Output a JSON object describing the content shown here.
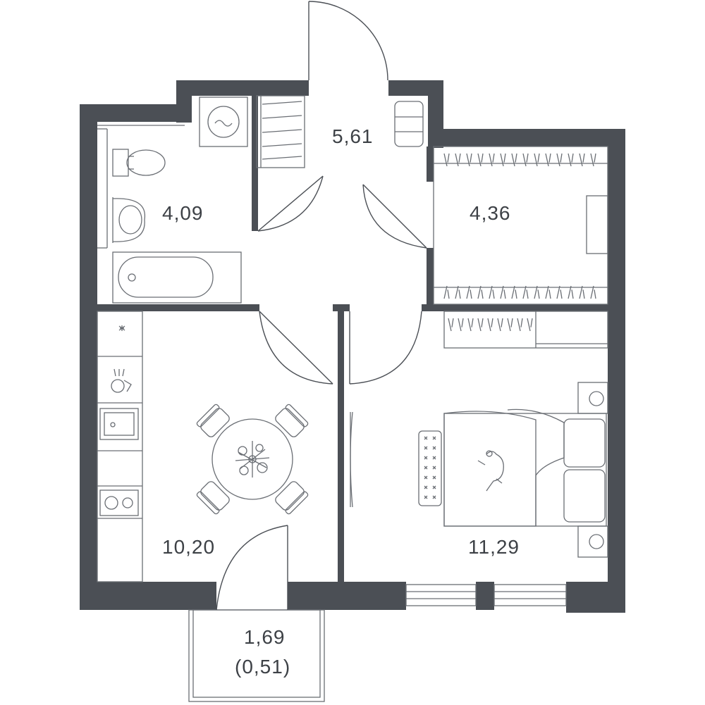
{
  "colors": {
    "wall": "#4b4f55",
    "line": "#6a6e74",
    "text": "#3d4146",
    "background": "#ffffff"
  },
  "rooms": {
    "corridor": {
      "area": "5,61"
    },
    "bathroom": {
      "area": "4,09"
    },
    "wardrobe": {
      "area": "4,36"
    },
    "kitchen": {
      "area": "10,20"
    },
    "bedroom": {
      "area": "11,29"
    },
    "balcony": {
      "area": "1,69",
      "reduced_area": "(0,51)"
    }
  },
  "icons": [
    "washing-machine-icon",
    "toilet-icon",
    "sink-icon",
    "bathtub-icon",
    "coat-rack-icon",
    "shoe-cabinet-icon",
    "hanging-rail-icon",
    "stove-icon",
    "kitchen-sink-icon",
    "dishwasher-icon",
    "fridge-icon",
    "dining-table-icon",
    "chair-icon",
    "bed-icon",
    "pillow-icon",
    "nightstand-icon",
    "rug-icon",
    "mirror-icon",
    "cat-icon",
    "window-icon",
    "door-icon"
  ]
}
